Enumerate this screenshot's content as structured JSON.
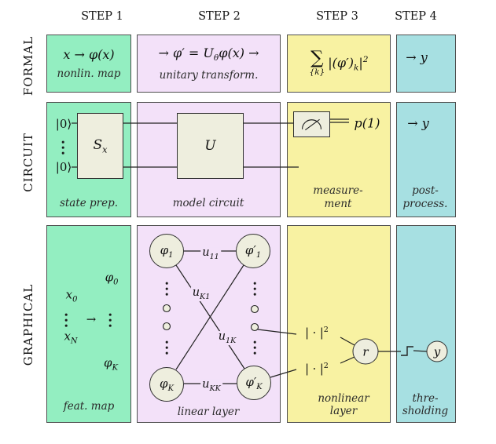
{
  "colors": {
    "panel_green": "#93eec1",
    "panel_purple": "#f3e1f9",
    "panel_yellow": "#f8f2a2",
    "panel_cyan": "#a7e0e2",
    "node_fill": "#eeeede",
    "line": "#222222"
  },
  "headers": {
    "step1": "STEP 1",
    "step2": "STEP 2",
    "step3": "STEP 3",
    "step4": "STEP 4"
  },
  "row_labels": {
    "formal": "FORMAL",
    "circuit": "CIRCUIT",
    "graphical": "GRAPHICAL"
  },
  "formal": {
    "feature_map": {
      "formula": "x → φ(x)",
      "caption": "nonlin. map"
    },
    "unitary": {
      "f_pre": "→ φ′ = U",
      "f_sub": "θ",
      "f_post": "φ(x) →",
      "caption": "unitary transform."
    },
    "measurement": {
      "sigma": "∑",
      "sigma_under": "{k}",
      "f_pre": "|(φ′)",
      "f_sub": "k",
      "f_bar": "|",
      "f_sup": "2"
    },
    "post": {
      "formula": "→ y"
    }
  },
  "circuit": {
    "state_prep": {
      "ket_top": "|0⟩",
      "ket_bottom": "|0⟩",
      "gate_base": "S",
      "gate_sub": "x",
      "caption": "state prep."
    },
    "model": {
      "gate": "U",
      "caption": "model circuit"
    },
    "measurement": {
      "prob": "p(1)",
      "caption1": "measure-",
      "caption2": "ment"
    },
    "post": {
      "formula": "→ y",
      "caption1": "post-",
      "caption2": "process."
    }
  },
  "graphical": {
    "feature_map": {
      "phi0_base": "φ",
      "phi0_sub": "0",
      "x0_base": "x",
      "x0_sub": "0",
      "arrow": "→",
      "xN_base": "x",
      "xN_sub": "N",
      "phiK_base": "φ",
      "phiK_sub": "K",
      "caption": "feat. map"
    },
    "linear_layer": {
      "phi1_base": "φ",
      "phi1_sub": "1",
      "phi1p_base": "φ′",
      "phi1p_sub": "1",
      "phiK_base": "φ",
      "phiK_sub": "K",
      "phiKp_base": "φ′",
      "phiKp_sub": "K",
      "u11_base": "u",
      "u11_sub": "11",
      "uK1_base": "u",
      "uK1_sub": "K1",
      "u1K_base": "u",
      "u1K_sub": "1K",
      "uKK_base": "u",
      "uKK_sub": "KK",
      "caption": "linear layer"
    },
    "nonlinear_layer": {
      "abs_base": "| · |",
      "abs_sup": "2",
      "r_label": "r",
      "caption1": "nonlinear",
      "caption2": "layer"
    },
    "thresholding": {
      "y_label": "y",
      "caption1": "thre-",
      "caption2": "sholding"
    }
  }
}
